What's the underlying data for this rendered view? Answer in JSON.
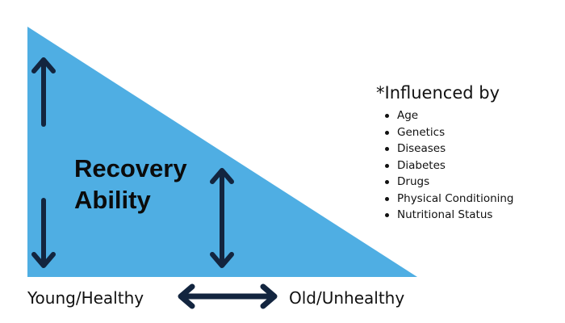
{
  "diagram": {
    "center_label_line1": "Recovery",
    "center_label_line2": "Ability",
    "x_left_label": "Young/Healthy",
    "x_right_label": "Old/Unhealthy",
    "fill_color": "#4faee3",
    "arrow_color": "#13253f",
    "icons": [
      "up-arrow-icon",
      "down-arrow-icon",
      "double-vertical-arrow-icon",
      "double-horizontal-arrow-icon"
    ]
  },
  "factors": {
    "heading": "*Influenced by",
    "items": [
      "Age",
      "Genetics",
      "Diseases",
      "Diabetes",
      "Drugs",
      "Physical Conditioning",
      "Nutritional Status"
    ]
  }
}
